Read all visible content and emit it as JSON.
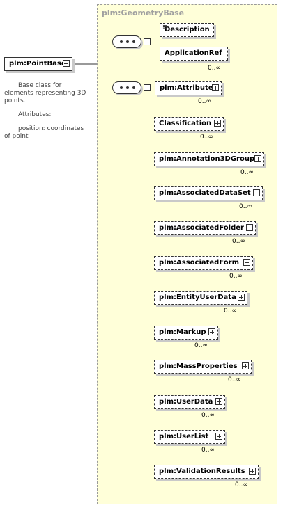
{
  "root": {
    "label": "plm:PointBase"
  },
  "documentation": {
    "line1": "Base class for elements representing 3D points.",
    "line2": "Attributes:",
    "line3": "position: coordinates of point"
  },
  "group": {
    "title": "plm:GeometryBase"
  },
  "sequence1": {
    "items": [
      {
        "label": "Description",
        "cardinality": ""
      },
      {
        "label": "ApplicationRef",
        "cardinality": "0..∞"
      }
    ]
  },
  "sequence2": {
    "items": [
      {
        "label": "plm:Attribute",
        "cardinality": "0..∞"
      },
      {
        "label": "Classification",
        "cardinality": "0..∞"
      },
      {
        "label": "plm:Annotation3DGroup",
        "cardinality": "0..∞"
      },
      {
        "label": "plm:AssociatedDataSet",
        "cardinality": "0..∞"
      },
      {
        "label": "plm:AssociatedFolder",
        "cardinality": "0..∞"
      },
      {
        "label": "plm:AssociatedForm",
        "cardinality": "0..∞"
      },
      {
        "label": "plm:EntityUserData",
        "cardinality": "0..∞"
      },
      {
        "label": "plm:Markup",
        "cardinality": "0..∞"
      },
      {
        "label": "plm:MassProperties",
        "cardinality": "0..∞"
      },
      {
        "label": "plm:UserData",
        "cardinality": "0..∞"
      },
      {
        "label": "plm:UserList",
        "cardinality": "0..∞"
      },
      {
        "label": "plm:ValidationResults",
        "cardinality": "0..∞"
      }
    ]
  }
}
